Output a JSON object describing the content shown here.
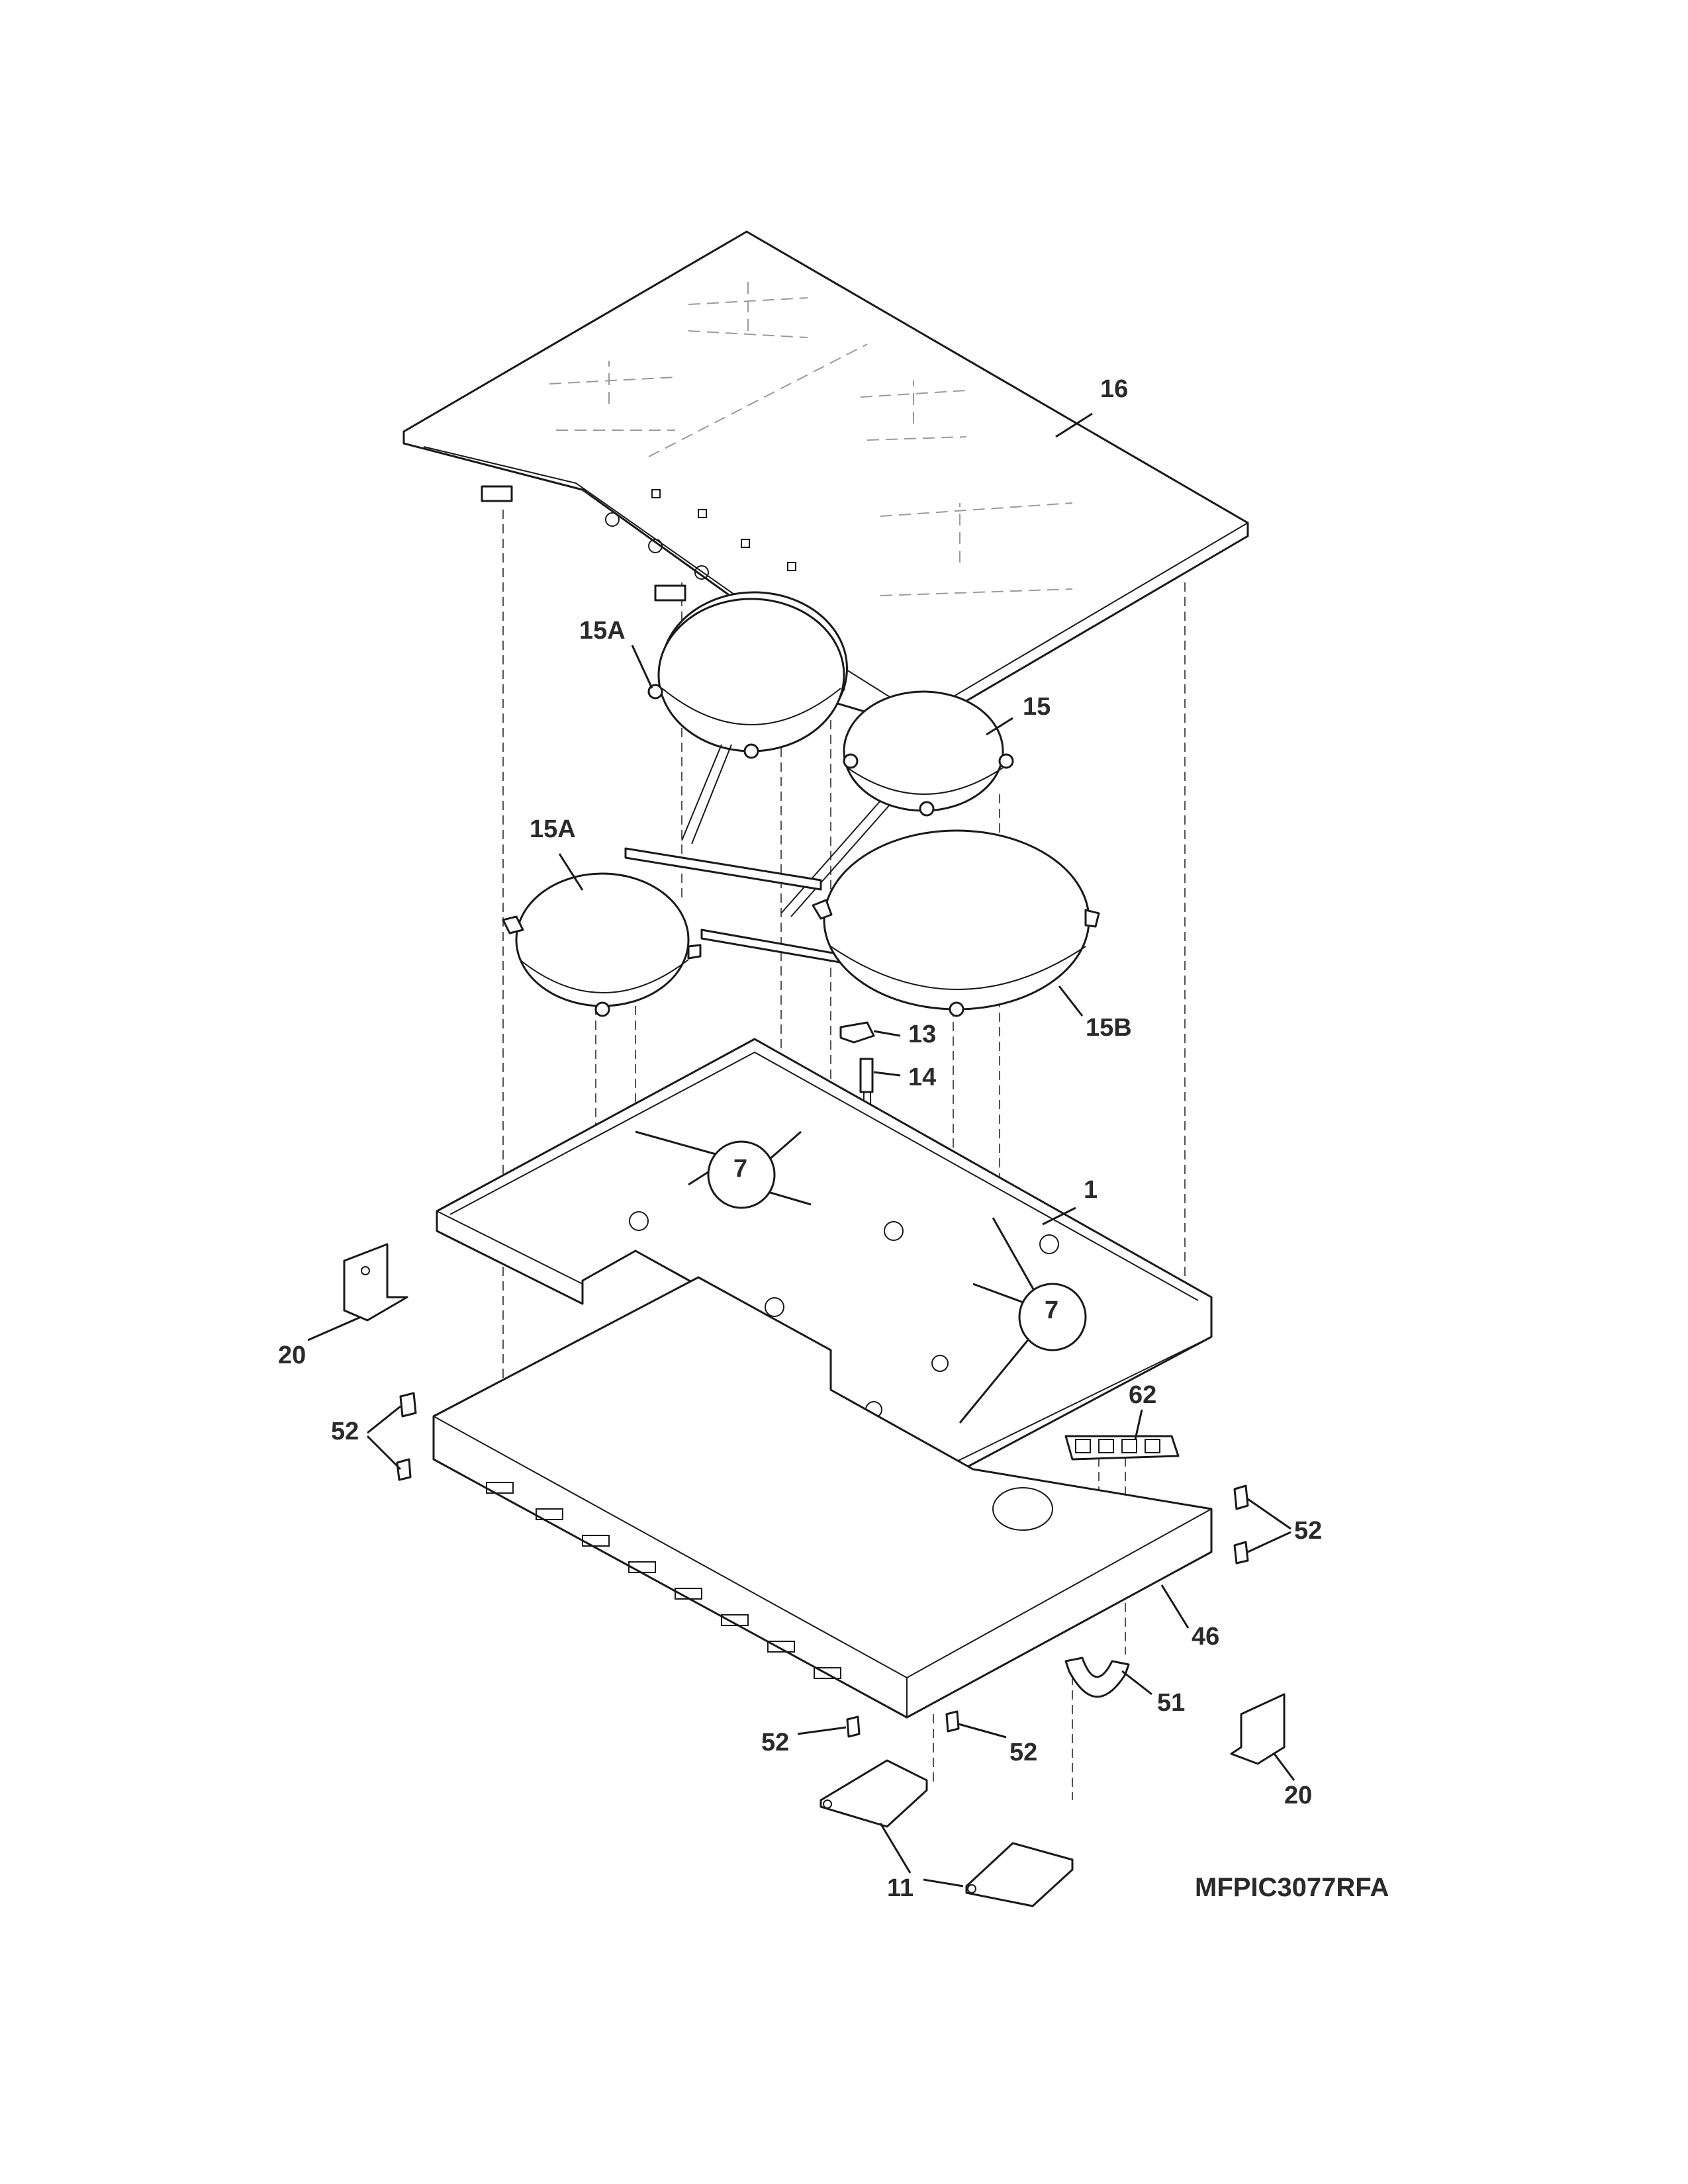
{
  "diagram": {
    "model_code": "MFPIC3077RFA",
    "callouts": {
      "c16": "16",
      "c15a_top": "15A",
      "c15": "15",
      "c15a_left": "15A",
      "c15b": "15B",
      "c13": "13",
      "c14": "14",
      "c7_left": "7",
      "c1": "1",
      "c7_right": "7",
      "c20_left": "20",
      "c52_left": "52",
      "c62": "62",
      "c52_right": "52",
      "c46": "46",
      "c51": "51",
      "c52_bottom_left": "52",
      "c52_bottom_right": "52",
      "c20_right": "20",
      "c11": "11"
    }
  }
}
